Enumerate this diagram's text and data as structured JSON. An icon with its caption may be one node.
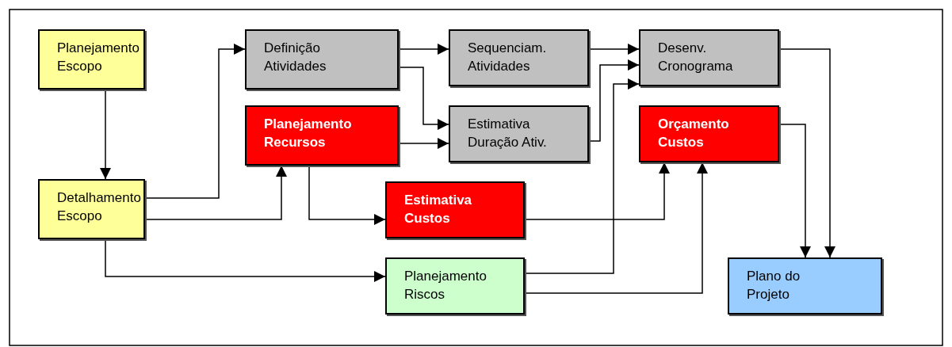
{
  "diagram": {
    "nodes": [
      {
        "text": [
          "Planejamento Escopo"
        ]
      },
      {
        "text": [
          "Detalhamento Escopo"
        ]
      },
      {
        "text": [
          "Definição Atividades"
        ]
      },
      {
        "text": [
          "Sequenciam. Atividades"
        ]
      },
      {
        "text": [
          "Desenv. Cronograma"
        ]
      },
      {
        "text": [
          "Planejamento Recursos"
        ]
      },
      {
        "text": [
          "Estimativa Duração Ativ."
        ]
      },
      {
        "text": [
          "Orçamento Custos"
        ]
      },
      {
        "text": [
          "Estimativa Custos"
        ]
      },
      {
        "text": [
          "Planejamento Riscos"
        ]
      },
      {
        "text": [
          "Plano do Projeto"
        ]
      }
    ],
    "edges": [
      {
        "from": 0,
        "to": 1,
        "arrow": "to"
      },
      {
        "from": 1,
        "to": 2,
        "arrow": "to"
      },
      {
        "from": 1,
        "to": 5,
        "arrow": "to"
      },
      {
        "from": 1,
        "to": 9,
        "arrow": "to"
      },
      {
        "from": 2,
        "to": 3,
        "arrow": "to"
      },
      {
        "from": 2,
        "to": 6,
        "arrow": "to"
      },
      {
        "from": 5,
        "to": 6,
        "arrow": "to"
      },
      {
        "from": 3,
        "to": 4,
        "arrow": "to"
      },
      {
        "from": 6,
        "to": 4,
        "arrow": "to"
      },
      {
        "from": 9,
        "to": 4,
        "arrow": "to"
      },
      {
        "from": 5,
        "to": 8,
        "arrow": "to"
      },
      {
        "from": 8,
        "to": 7,
        "arrow": "to"
      },
      {
        "from": 9,
        "to": 7,
        "arrow": "to"
      },
      {
        "from": 7,
        "to": 10,
        "arrow": "to"
      },
      {
        "from": 4,
        "to": 10,
        "arrow": "to"
      }
    ]
  }
}
